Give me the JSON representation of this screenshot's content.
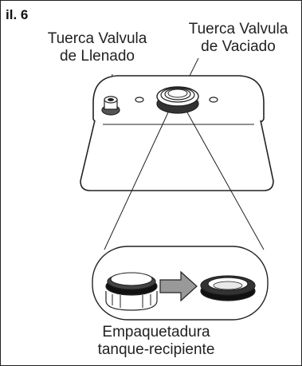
{
  "figure": {
    "label": "il. 6",
    "callouts": {
      "fill_valve_nut": [
        "Tuerca Valvula",
        "de Llenado"
      ],
      "flush_valve_nut": [
        "Tuerca Valvula",
        "de Vaciado"
      ],
      "gasket": [
        "Empaquetadura",
        "tanque-recipiente"
      ]
    }
  }
}
